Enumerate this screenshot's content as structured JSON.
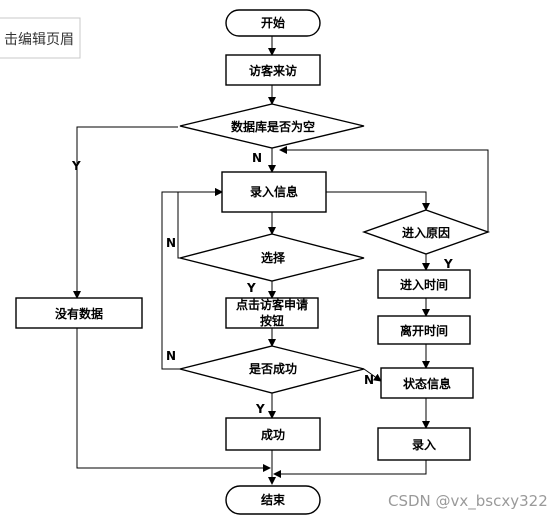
{
  "header_tab": {
    "label": "击编辑页眉"
  },
  "watermark": {
    "text": "CSDN @vx_bscxy322"
  },
  "nodes": {
    "start": "开始",
    "visitor_arrives": "访客来访",
    "db_empty": "数据库是否为空",
    "enter_info": "录入信息",
    "select": "选择",
    "click_apply_line1": "点击访客申请",
    "click_apply_line2": "按钮",
    "is_success": "是否成功",
    "success": "成功",
    "end": "结束",
    "no_data": "没有数据",
    "entry_reason": "进入原因",
    "entry_time": "进入时间",
    "leave_time": "离开时间",
    "status_info": "状态信息",
    "record": "录入"
  },
  "edge_labels": {
    "y_no_data": "Y",
    "n_db_empty": "N",
    "n_select": "N",
    "y_select": "Y",
    "n_is_success": "N",
    "y_is_success": "Y",
    "y_entry_reason": "Y",
    "n_status": "N"
  }
}
